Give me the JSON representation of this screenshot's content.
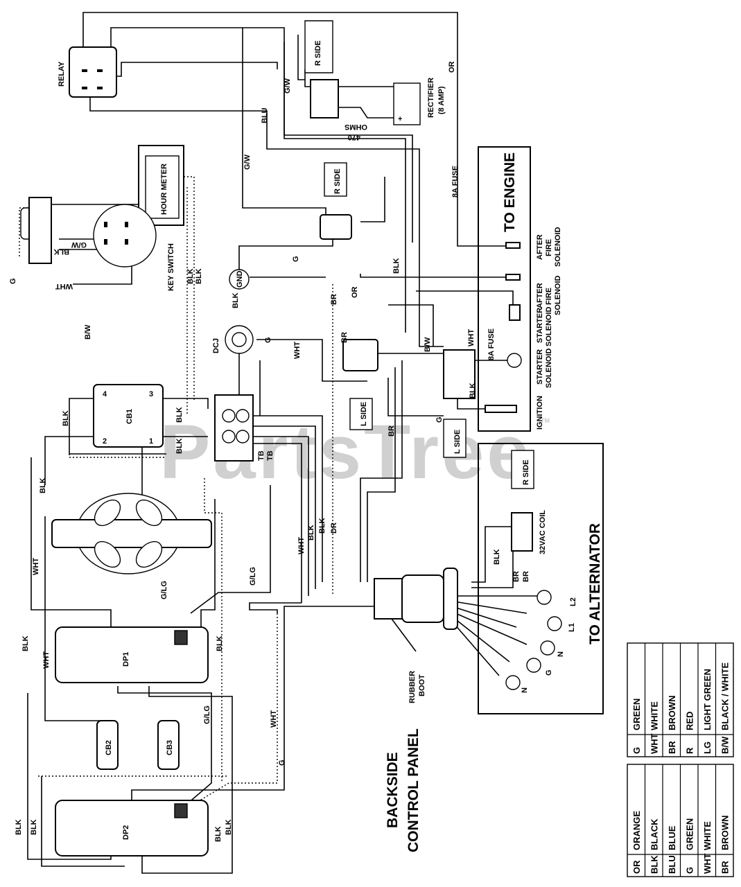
{
  "watermark": "PartsTree",
  "watermark_mark": "TM",
  "components": {
    "relay": "RELAY",
    "r_side": "R SIDE",
    "l_side": "L SIDE",
    "rectifier": "RECTIFIER",
    "rectifier_amp": "(8 AMP)",
    "ohms_value": "470",
    "ohms_unit": "OHMS",
    "hour_meter": "HOUR METER",
    "key_switch": "KEY SWITCH",
    "gnd": "GND",
    "dcj": "DCJ",
    "cb1": "CB1",
    "cb2": "CB2",
    "cb3": "CB3",
    "dp1": "DP1",
    "dp2": "DP2",
    "tb": "TB",
    "fuse_8a": "8A FUSE",
    "coil": "32VAC COIL",
    "rubber_boot_1": "RUBBER",
    "rubber_boot_2": "BOOT",
    "panel_1": "BACKSIDE",
    "panel_2": "CONTROL PANEL"
  },
  "engine": {
    "title": "TO ENGINE",
    "terminals": [
      "AFTER",
      "FIRE",
      "SOLENOID",
      "STARTER",
      "SOLENOID",
      "IGNITION"
    ]
  },
  "alternator": {
    "title": "TO ALTERNATOR",
    "leads": [
      "L2",
      "L1",
      "N",
      "G",
      "N"
    ]
  },
  "wire_labels": {
    "or": "OR",
    "g": "G",
    "gw": "G/W",
    "blu": "BLU",
    "blk": "BLK",
    "wht": "WHT",
    "br": "BR",
    "bw": "B/W",
    "glg": "G/LG",
    "dr": "DR"
  },
  "legend_1": [
    {
      "code": "G",
      "name": "GREEN"
    },
    {
      "code": "WHT",
      "name": "WHITE"
    },
    {
      "code": "BR",
      "name": "BROWN"
    },
    {
      "code": "R",
      "name": "RED"
    },
    {
      "code": "LG",
      "name": "LIGHT GREEN"
    },
    {
      "code": "B/W",
      "name": "BLACK / WHITE"
    }
  ],
  "legend_2": [
    {
      "code": "OR",
      "name": "ORANGE"
    },
    {
      "code": "BLK",
      "name": "BLACK"
    },
    {
      "code": "BLU",
      "name": "BLUE"
    },
    {
      "code": "G",
      "name": "GREEN"
    },
    {
      "code": "WHT",
      "name": "WHITE"
    },
    {
      "code": "BR",
      "name": "BROWN"
    }
  ]
}
